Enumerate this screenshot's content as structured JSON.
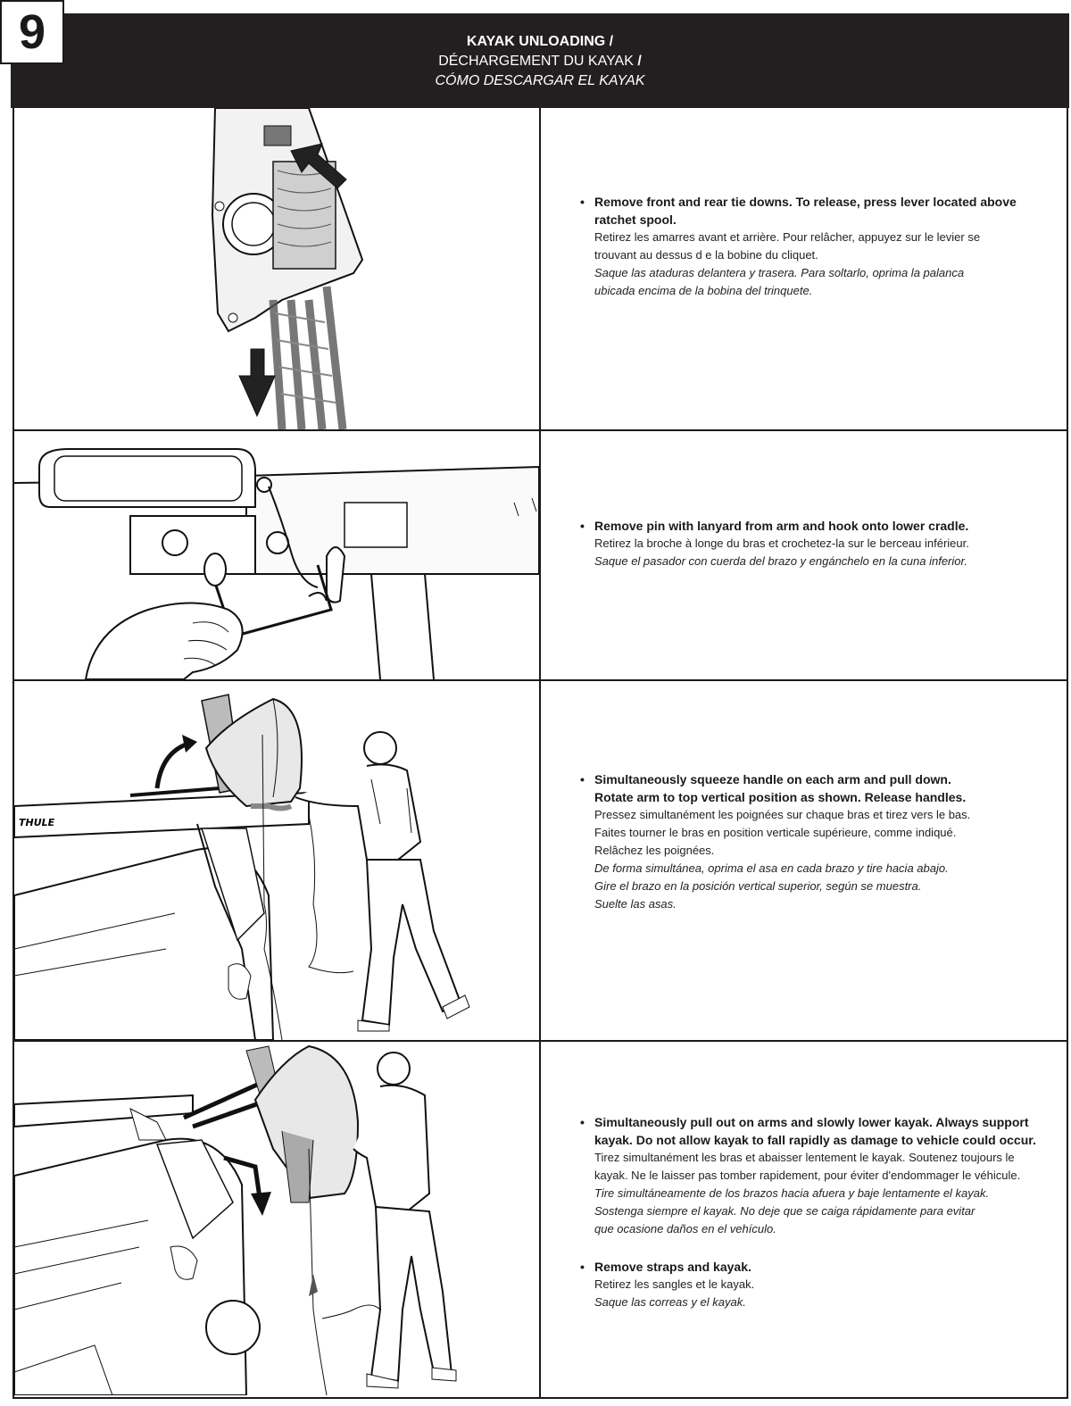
{
  "step": {
    "number": "9"
  },
  "header": {
    "title_en": "KAYAK UNLOADING /",
    "title_fr": "DÉCHARGEMENT DU KAYAK",
    "title_fr_slash": "/",
    "title_es": "CÓMO DESCARGAR EL KAYAK"
  },
  "figures": {
    "brand": "THULE"
  },
  "steps": [
    {
      "bullets": [
        {
          "en": [
            "Remove front and rear tie downs. To release, press lever located above",
            "ratchet spool."
          ],
          "fr": [
            "Retirez les amarres avant et arrière. Pour relâcher, appuyez sur le levier se",
            "trouvant au dessus d e la bobine du cliquet."
          ],
          "es": [
            "Saque las ataduras delantera y trasera. Para soltarlo, oprima la palanca",
            "ubicada encima de la bobina del trinquete."
          ]
        }
      ]
    },
    {
      "bullets": [
        {
          "en": [
            "Remove pin with lanyard from arm and hook onto lower cradle."
          ],
          "fr": [
            "Retirez la broche à longe du bras et crochetez-la sur le berceau inférieur."
          ],
          "es": [
            "Saque el pasador con cuerda del brazo y engánchelo en la cuna inferior."
          ]
        }
      ]
    },
    {
      "bullets": [
        {
          "en": [
            "Simultaneously squeeze handle on each arm and pull down.",
            "Rotate arm to top vertical position as shown. Release handles."
          ],
          "fr": [
            "Pressez simultanément les poignées sur chaque bras et tirez vers le bas.",
            "Faites tourner le bras en position verticale supérieure, comme indiqué.",
            "Relâchez les poignées."
          ],
          "es": [
            "De forma simultánea, oprima el asa en cada brazo y tire hacia abajo.",
            "Gire el brazo en la posición vertical superior, según se muestra.",
            "Suelte las asas."
          ]
        }
      ]
    },
    {
      "bullets": [
        {
          "en": [
            "Simultaneously pull out on arms and slowly lower kayak. Always support",
            "kayak. Do not allow kayak to fall rapidly as damage to vehicle could occur."
          ],
          "fr": [
            "Tirez simultanément les bras et abaisser lentement le kayak. Soutenez toujours le",
            "kayak. Ne le laisser pas tomber rapidement, pour éviter d'endommager le véhicule."
          ],
          "es": [
            "Tire simultáneamente de los brazos hacia afuera y baje lentamente el kayak.",
            "Sostenga siempre el kayak. No deje que se caiga rápidamente para evitar",
            "que ocasione daños en el vehículo."
          ]
        },
        {
          "en": [
            "Remove straps and kayak."
          ],
          "fr": [
            "Retirez les sangles et le kayak."
          ],
          "es": [
            "Saque las correas y el kayak."
          ]
        }
      ]
    }
  ]
}
